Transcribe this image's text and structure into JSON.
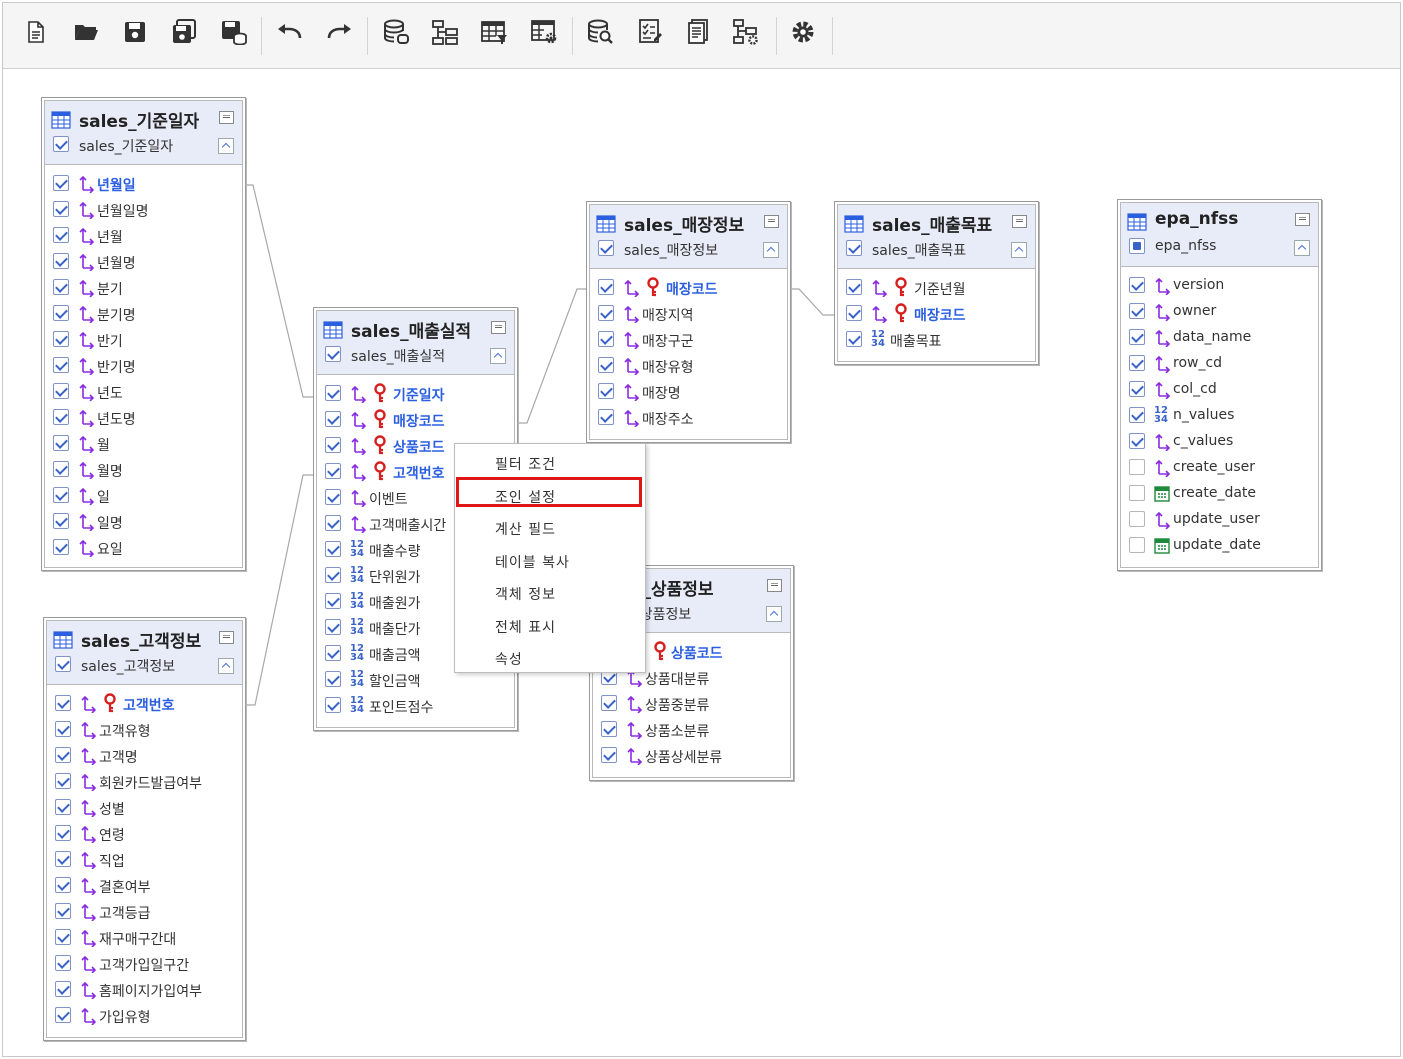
{
  "toolbar": {
    "buttons": [
      {
        "icon": "new-document-icon"
      },
      {
        "icon": "open-folder-icon"
      },
      {
        "icon": "save-icon"
      },
      {
        "icon": "save-as-icon"
      },
      {
        "icon": "save-to-db-icon"
      },
      {
        "icon": "undo-icon"
      },
      {
        "icon": "redo-icon"
      },
      {
        "icon": "database-connect-icon"
      },
      {
        "icon": "tree-diagram-icon"
      },
      {
        "icon": "table-filter-icon"
      },
      {
        "icon": "table-settings-icon"
      },
      {
        "icon": "db-search-icon"
      },
      {
        "icon": "checklist-icon"
      },
      {
        "icon": "document-copy-icon"
      },
      {
        "icon": "hierarchy-settings-icon"
      },
      {
        "icon": "gear-icon"
      }
    ]
  },
  "tables": [
    {
      "id": "giJun",
      "title": "sales_기준일자",
      "alias": "sales_기준일자",
      "alias_checked": "on",
      "columns": [
        {
          "name": "년월일",
          "type": "dim",
          "pk": false,
          "key": true,
          "checked": "on"
        },
        {
          "name": "년월일명",
          "type": "dim",
          "checked": "on"
        },
        {
          "name": "년월",
          "type": "dim",
          "checked": "on"
        },
        {
          "name": "년월명",
          "type": "dim",
          "checked": "on"
        },
        {
          "name": "분기",
          "type": "dim",
          "checked": "on"
        },
        {
          "name": "분기명",
          "type": "dim",
          "checked": "on"
        },
        {
          "name": "반기",
          "type": "dim",
          "checked": "on"
        },
        {
          "name": "반기명",
          "type": "dim",
          "checked": "on"
        },
        {
          "name": "년도",
          "type": "dim",
          "checked": "on"
        },
        {
          "name": "년도명",
          "type": "dim",
          "checked": "on"
        },
        {
          "name": "월",
          "type": "dim",
          "checked": "on"
        },
        {
          "name": "월명",
          "type": "dim",
          "checked": "on"
        },
        {
          "name": "일",
          "type": "dim",
          "checked": "on"
        },
        {
          "name": "일명",
          "type": "dim",
          "checked": "on"
        },
        {
          "name": "요일",
          "type": "dim",
          "checked": "on"
        }
      ]
    },
    {
      "id": "gogaek",
      "title": "sales_고객정보",
      "alias": "sales_고객정보",
      "alias_checked": "on",
      "columns": [
        {
          "name": "고객번호",
          "type": "dim",
          "pk": true,
          "checked": "on"
        },
        {
          "name": "고객유형",
          "type": "dim",
          "checked": "on"
        },
        {
          "name": "고객명",
          "type": "dim",
          "checked": "on"
        },
        {
          "name": "회원카드발급여부",
          "type": "dim",
          "checked": "on"
        },
        {
          "name": "성별",
          "type": "dim",
          "checked": "on"
        },
        {
          "name": "연령",
          "type": "dim",
          "checked": "on"
        },
        {
          "name": "직업",
          "type": "dim",
          "checked": "on"
        },
        {
          "name": "결혼여부",
          "type": "dim",
          "checked": "on"
        },
        {
          "name": "고객등급",
          "type": "dim",
          "checked": "on"
        },
        {
          "name": "재구매구간대",
          "type": "dim",
          "checked": "on"
        },
        {
          "name": "고객가입일구간",
          "type": "dim",
          "checked": "on"
        },
        {
          "name": "홈페이지가입여부",
          "type": "dim",
          "checked": "on"
        },
        {
          "name": "가입유형",
          "type": "dim",
          "checked": "on"
        }
      ]
    },
    {
      "id": "maechul",
      "title": "sales_매출실적",
      "alias": "sales_매출실적",
      "alias_checked": "on",
      "columns": [
        {
          "name": "기준일자",
          "type": "dim",
          "pk": true,
          "checked": "on"
        },
        {
          "name": "매장코드",
          "type": "dim",
          "pk": true,
          "checked": "on"
        },
        {
          "name": "상품코드",
          "type": "dim",
          "pk": true,
          "checked": "on"
        },
        {
          "name": "고객번호",
          "type": "dim",
          "pk": true,
          "checked": "on"
        },
        {
          "name": "이벤트",
          "type": "dim",
          "checked": "on"
        },
        {
          "name": "고객매출시간",
          "type": "dim",
          "checked": "on"
        },
        {
          "name": "매출수량",
          "type": "num",
          "checked": "on"
        },
        {
          "name": "단위원가",
          "type": "num",
          "checked": "on"
        },
        {
          "name": "매출원가",
          "type": "num",
          "checked": "on"
        },
        {
          "name": "매출단가",
          "type": "num",
          "checked": "on"
        },
        {
          "name": "매출금액",
          "type": "num",
          "checked": "on"
        },
        {
          "name": "할인금액",
          "type": "num",
          "checked": "on"
        },
        {
          "name": "포인트점수",
          "type": "num",
          "checked": "on"
        }
      ]
    },
    {
      "id": "maejang",
      "title": "sales_매장정보",
      "alias": "sales_매장정보",
      "alias_checked": "on",
      "columns": [
        {
          "name": "매장코드",
          "type": "dim",
          "pk": true,
          "checked": "on"
        },
        {
          "name": "매장지역",
          "type": "dim",
          "checked": "on"
        },
        {
          "name": "매장구군",
          "type": "dim",
          "checked": "on"
        },
        {
          "name": "매장유형",
          "type": "dim",
          "checked": "on"
        },
        {
          "name": "매장명",
          "type": "dim",
          "checked": "on"
        },
        {
          "name": "매장주소",
          "type": "dim",
          "checked": "on"
        }
      ]
    },
    {
      "id": "mokpyo",
      "title": "sales_매출목표",
      "alias": "sales_매출목표",
      "alias_checked": "on",
      "columns": [
        {
          "name": "기준년월",
          "type": "dim",
          "pk": true,
          "plain": true,
          "checked": "on"
        },
        {
          "name": "매장코드",
          "type": "dim",
          "pk": true,
          "checked": "on"
        },
        {
          "name": "매출목표",
          "type": "num",
          "checked": "on"
        }
      ]
    },
    {
      "id": "sangpum",
      "title": "les_상품정보",
      "alias": "les_상품정보",
      "alias_checked": "none",
      "columns": [
        {
          "name": "상품코드",
          "type": "pkonly",
          "pk": true,
          "checked": "none"
        },
        {
          "name": "상품대분류",
          "type": "dim",
          "checked": "on"
        },
        {
          "name": "상품중분류",
          "type": "dim",
          "checked": "on"
        },
        {
          "name": "상품소분류",
          "type": "dim",
          "checked": "on"
        },
        {
          "name": "상품상세분류",
          "type": "dim",
          "checked": "on"
        }
      ]
    },
    {
      "id": "epa",
      "title": "epa_nfss",
      "alias": "epa_nfss",
      "alias_checked": "part",
      "columns": [
        {
          "name": "version",
          "type": "dim",
          "checked": "on"
        },
        {
          "name": "owner",
          "type": "dim",
          "checked": "on"
        },
        {
          "name": "data_name",
          "type": "dim",
          "checked": "on"
        },
        {
          "name": "row_cd",
          "type": "dim",
          "checked": "on"
        },
        {
          "name": "col_cd",
          "type": "dim",
          "checked": "on"
        },
        {
          "name": "n_values",
          "type": "num",
          "checked": "on"
        },
        {
          "name": "c_values",
          "type": "dim",
          "checked": "on"
        },
        {
          "name": "create_user",
          "type": "dim",
          "checked": "off"
        },
        {
          "name": "create_date",
          "type": "date",
          "checked": "off"
        },
        {
          "name": "update_user",
          "type": "dim",
          "checked": "off"
        },
        {
          "name": "update_date",
          "type": "date",
          "checked": "off"
        }
      ]
    }
  ],
  "context_menu": {
    "items": [
      "필터 조건",
      "조인 설정",
      "계산 필드",
      "테이블 복사",
      "객체 정보",
      "전체 표시",
      "속성"
    ],
    "highlighted": "조인 설정"
  },
  "colors": {
    "accent": "#2b5fe0",
    "pk_key": "#d62020",
    "dim_icon": "#8a2be2",
    "highlight": "#e01515"
  }
}
